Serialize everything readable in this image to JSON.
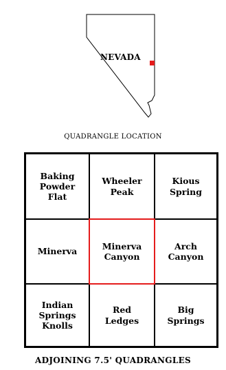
{
  "location_map": {
    "state_label": "NEVADA",
    "caption": "QUADRANGLE LOCATION",
    "marker_color": "#e41b1b"
  },
  "adjoining": {
    "caption": "ADJOINING 7.5' QUADRANGLES",
    "highlight_color": "#e41b1b",
    "cells": [
      "Baking\nPowder\nFlat",
      "Wheeler\nPeak",
      "Kious\nSpring",
      "Minerva",
      "Minerva\nCanyon",
      "Arch\nCanyon",
      "Indian\nSprings\nKnolls",
      "Red\nLedges",
      "Big\nSprings"
    ]
  }
}
